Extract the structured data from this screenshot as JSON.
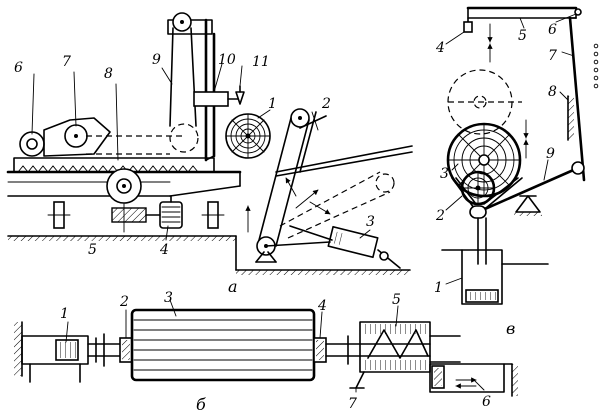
{
  "figure_a": {
    "sub_label": "а",
    "callouts": [
      "1",
      "2",
      "3",
      "4",
      "5",
      "6",
      "7",
      "8",
      "9",
      "10",
      "11"
    ]
  },
  "figure_b": {
    "sub_label": "б",
    "callouts": [
      "1",
      "2",
      "3",
      "4",
      "5",
      "6",
      "7"
    ]
  },
  "figure_c": {
    "sub_label": "в",
    "callouts": [
      "1",
      "2",
      "3",
      "4",
      "5",
      "6",
      "7",
      "8",
      "9"
    ]
  }
}
